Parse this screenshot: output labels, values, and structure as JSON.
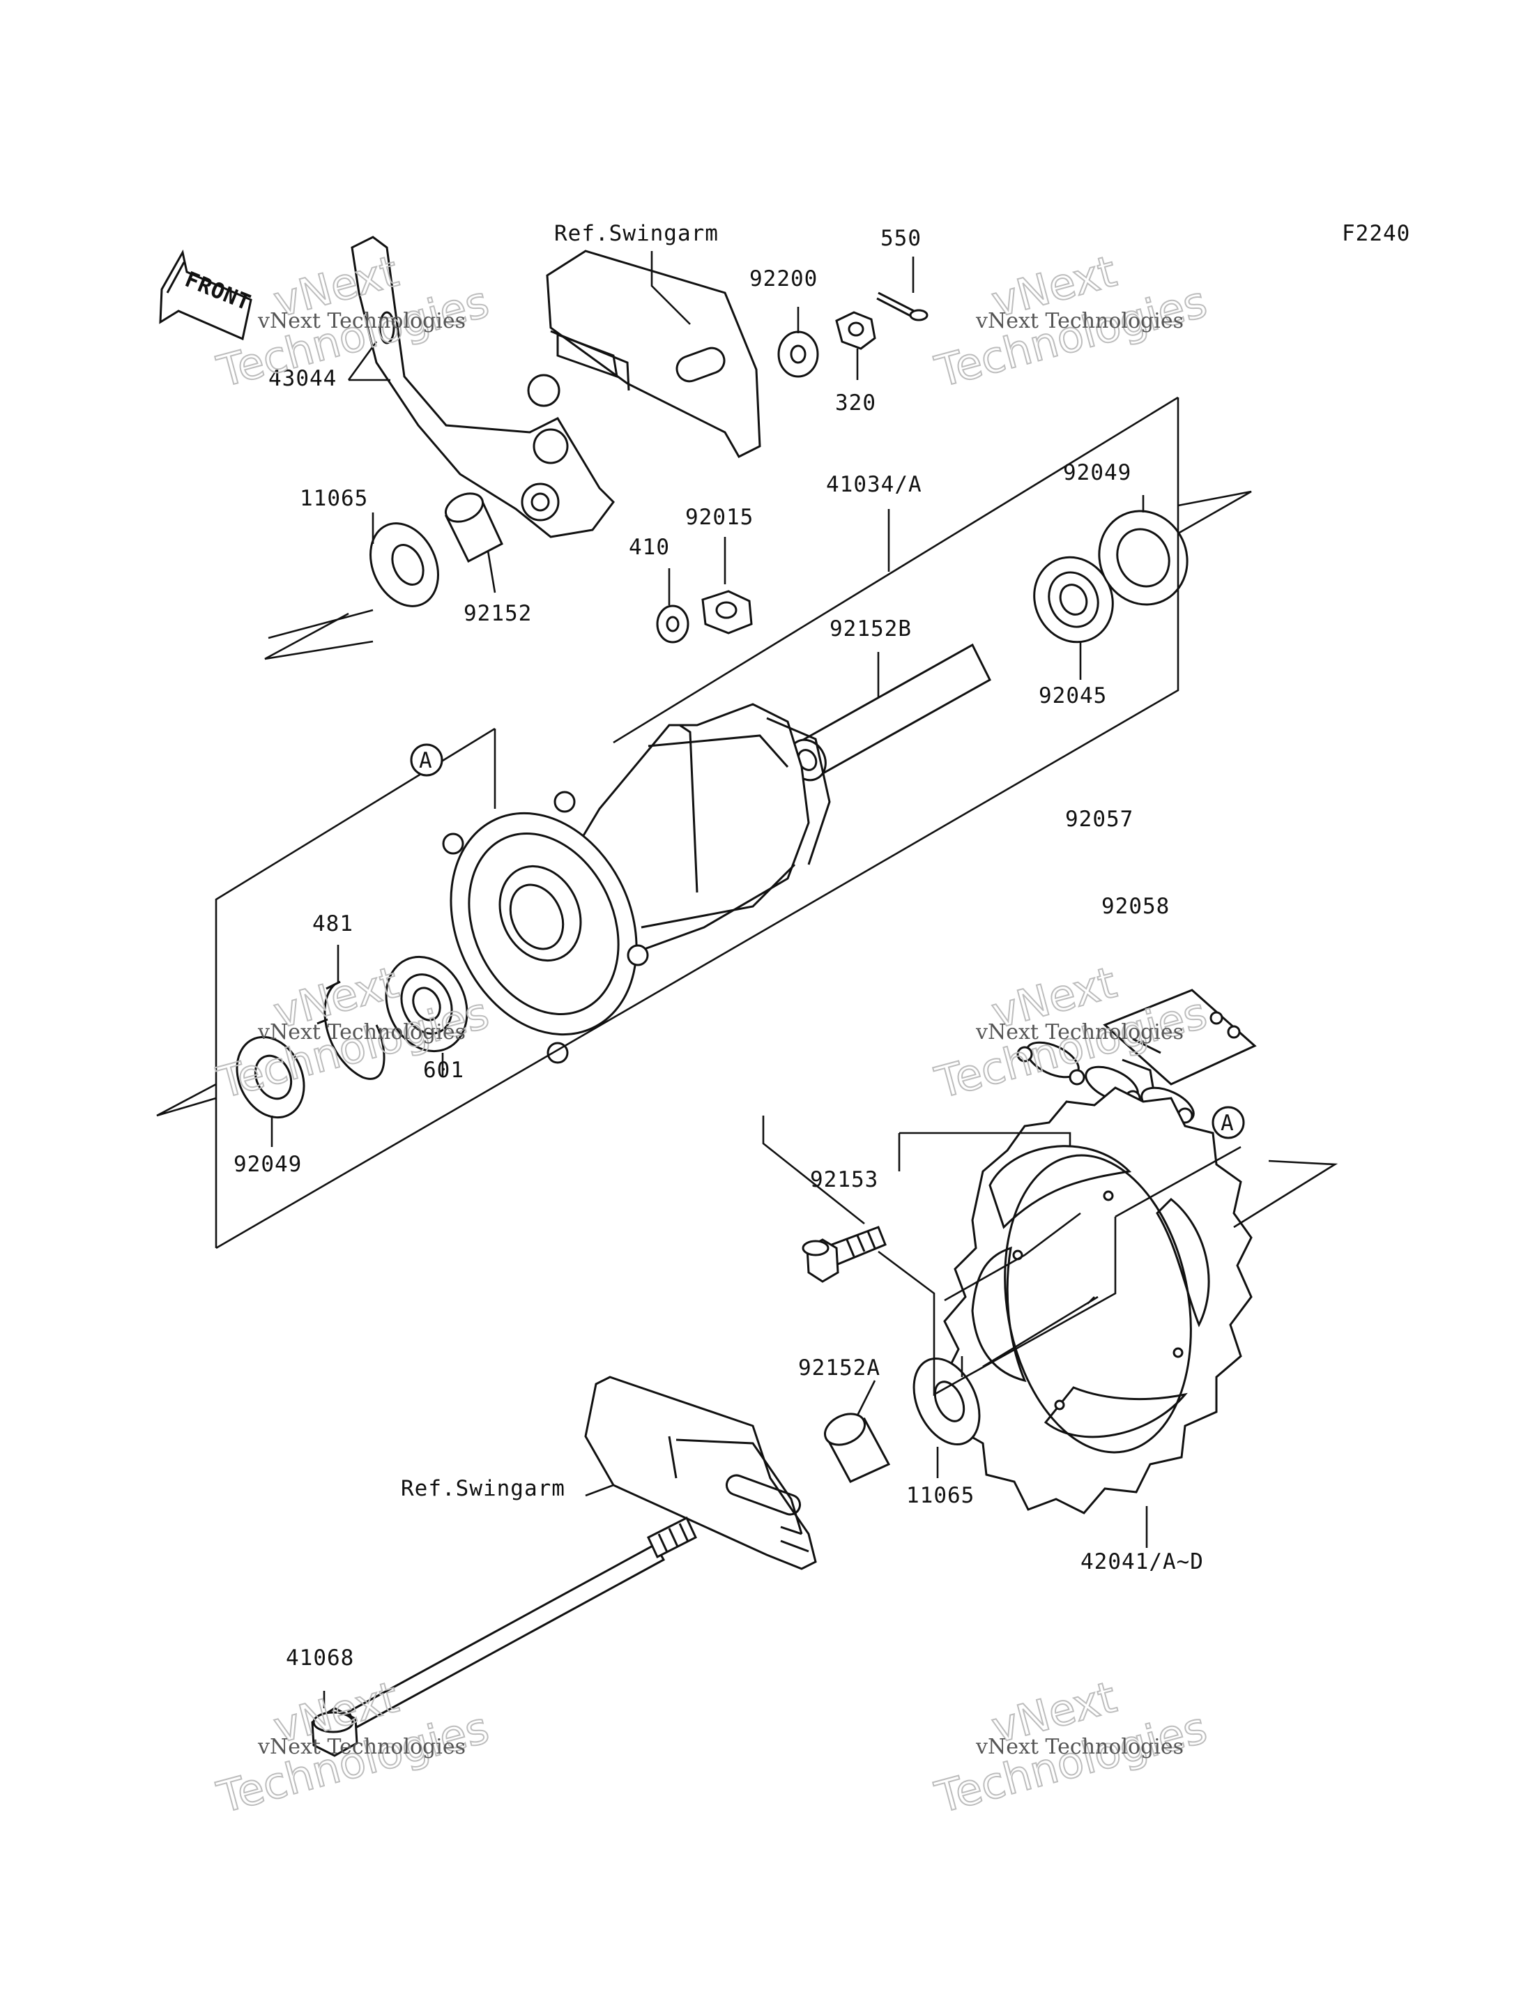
{
  "figure_code": "F2240",
  "front_label": "FRONT",
  "callout_letter": "A",
  "labels": {
    "ref_swingarm_top": "Ref.Swingarm",
    "p550": "550",
    "p92200": "92200",
    "p320": "320",
    "p43044": "43044",
    "p11065_top": "11065",
    "p92152": "92152",
    "p410": "410",
    "p92015": "92015",
    "p41034": "41034/A",
    "p92049_top": "92049",
    "p92152B": "92152B",
    "p92045": "92045",
    "p481": "481",
    "p601": "601",
    "p92049_bottom": "92049",
    "p92057": "92057",
    "p92058": "92058",
    "p92153": "92153",
    "p92152A": "92152A",
    "p11065_bottom": "11065",
    "ref_swingarm_bottom": "Ref.Swingarm",
    "p42041": "42041/A~D",
    "p41068": "41068"
  },
  "watermark": {
    "line1": "vNext Technologies",
    "line2a": "vNext",
    "line2b": "Technologies"
  }
}
